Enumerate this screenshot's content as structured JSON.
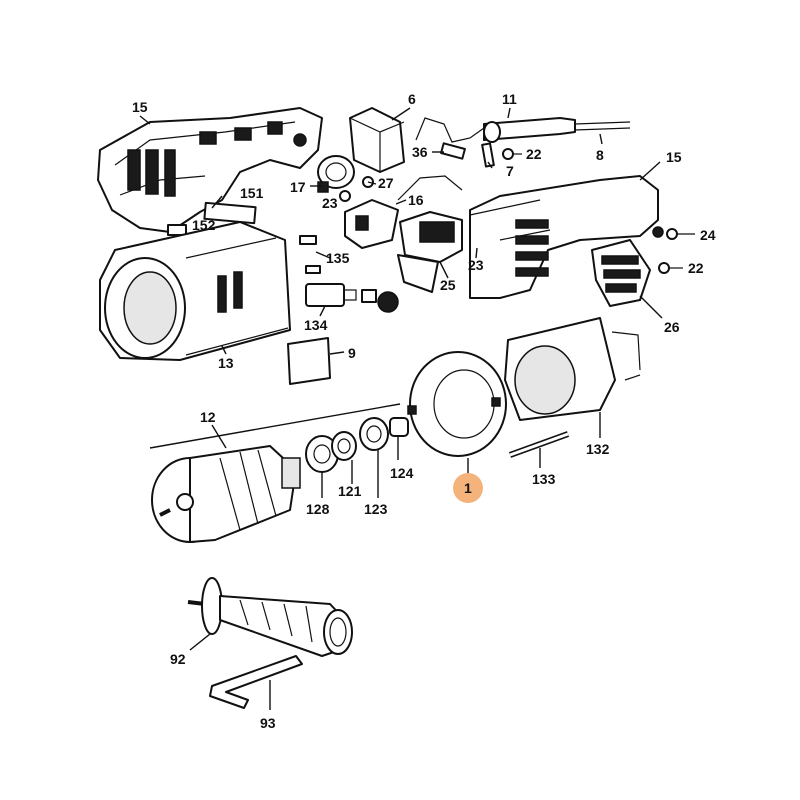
{
  "highlight_color": "#f4b37a",
  "labels": {
    "l15a": "15",
    "l6": "6",
    "l11": "11",
    "l36": "36",
    "l22a": "22",
    "l8": "8",
    "l27": "27",
    "l7": "7",
    "l17": "17",
    "l23a": "23",
    "l15b": "15",
    "l151": "151",
    "l16": "16",
    "l152": "152",
    "l24": "24",
    "l135": "135",
    "l23b": "23",
    "l22b": "22",
    "l25": "25",
    "l134": "134",
    "l26": "26",
    "l9": "9",
    "l13": "13",
    "l12": "12",
    "l124": "124",
    "l132": "132",
    "l1": "1",
    "l133": "133",
    "l121": "121",
    "l128": "128",
    "l123": "123",
    "l92": "92",
    "l93": "93"
  }
}
